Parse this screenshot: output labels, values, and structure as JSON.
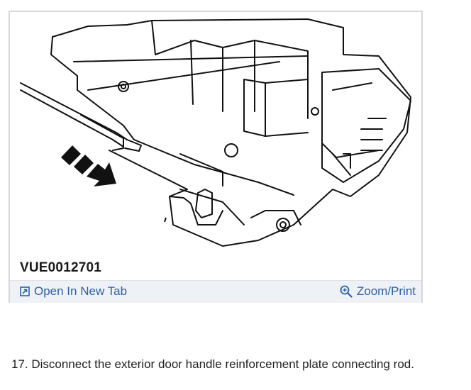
{
  "figure": {
    "id_label": "VUE0012701"
  },
  "actions": {
    "open_tab": {
      "label": "Open In New Tab",
      "icon": "open-in-new-tab-icon"
    },
    "zoom_print": {
      "label": "Zoom/Print",
      "icon": "zoom-magnifier-icon"
    }
  },
  "colors": {
    "link": "#2f5fa8",
    "action_bar_bg": "#eef1f5",
    "card_border": "#d3d7dc"
  },
  "step": {
    "text": "17. Disconnect the exterior door handle reinforcement plate connecting rod."
  }
}
